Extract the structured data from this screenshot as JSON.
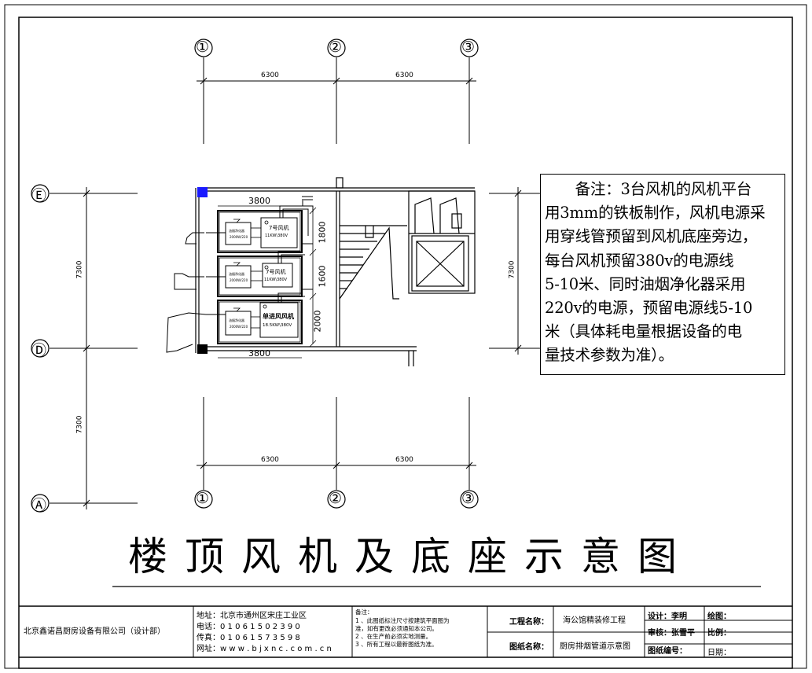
{
  "axes": {
    "top": [
      "①",
      "②",
      "③"
    ],
    "bottom": [
      "①",
      "②",
      "③"
    ],
    "rows": [
      "Ⓔ",
      "Ⓓ",
      "Ⓐ"
    ]
  },
  "dimensions": {
    "top_span_1": "6300",
    "top_span_2": "6300",
    "bottom_span_1": "6300",
    "bottom_span_2": "6300",
    "left_span_upper": "7300",
    "left_span_lower": "7300",
    "right_span": "7300",
    "platform_width_top": "3800",
    "platform_width_bottom": "3800",
    "platform_depth_1": "1800",
    "platform_depth_2": "1600",
    "platform_depth_3": "2000"
  },
  "units": [
    {
      "purifier": "油烟净化器",
      "purifier_sub": "2000W/220",
      "fan": "7号风机",
      "fan_spec": "11KW\\380V"
    },
    {
      "purifier": "油烟净化器",
      "purifier_sub": "2000W/220",
      "fan": "7号风机",
      "fan_spec": "11KW\\380V"
    },
    {
      "purifier": "油烟净化器",
      "purifier_sub": "2000W/220",
      "fan": "单进风风机",
      "fan_spec": "18.5KW\\380V"
    }
  ],
  "note_lines": [
    "　　备注：3台风机的风机平台",
    "用3mm的铁板制作，风机电源采",
    "用穿线管预留到风机底座旁边，",
    "每台风机预留380v的电源线",
    "5-10米、同时油烟净化器采用",
    "220v的电源，预留电源线5-10",
    "米（具体耗电量根据设备的电",
    "量技术参数为准）。"
  ],
  "title": "楼顶风机及底座示意图",
  "title_block": {
    "company": "北京鑫诺昌厨房设备有限公司（设计部）",
    "address": "地址：北京市通州区宋庄工业区",
    "phone": "电话：0 1 0 6 1 5 0 2 3 9 0",
    "fax": "传真：0 1 0 6 1 5 7 3 5 9 8",
    "web": "网址：w w w . b j x n c . c o m . c n",
    "remarks_title": "备注：",
    "remarks": [
      "1 、此图纸标注尺寸按建筑平面图为",
      "准，如有更改必须通知本公司。",
      "2 、在生产前必须实地测量。",
      "3 、所有工程以最新图纸为准。"
    ],
    "project_label": "工程名称：",
    "project_value": "海公馆精装修工程",
    "drawing_label": "图纸名称：",
    "drawing_value": "厨房排烟管道示意图",
    "design": "设计：李明",
    "review": "审核：张雪平",
    "number": "图纸编号：",
    "sheet": "绘图：",
    "scale": "比例：",
    "date": "日期："
  }
}
